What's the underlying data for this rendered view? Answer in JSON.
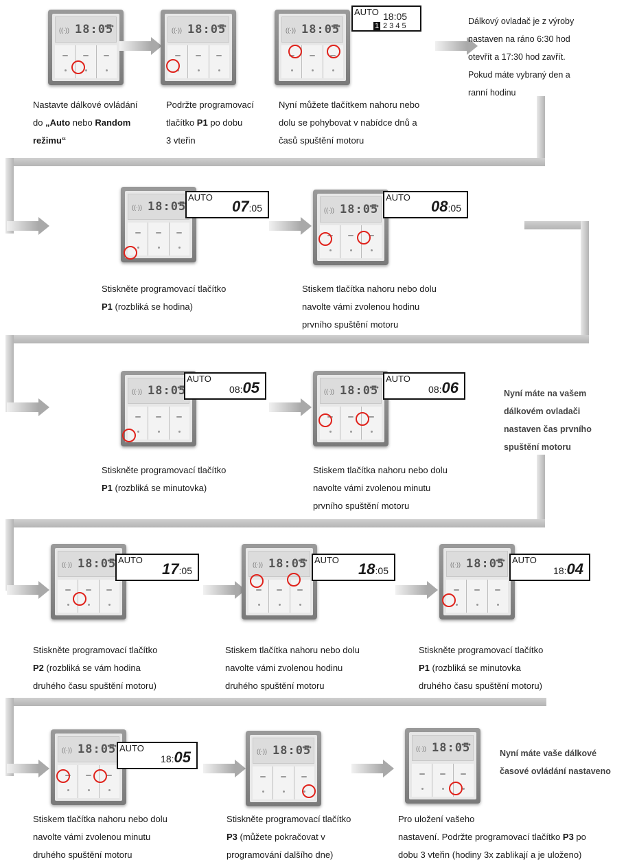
{
  "display_digits": "18:05",
  "row1": {
    "caption1": {
      "a": "Nastavte dálkové ovládání",
      "b": "do ",
      "b_bold": "„Auto",
      "b2": " nebo ",
      "b3_bold": "Random",
      "c_bold": "režimu“"
    },
    "caption2": {
      "a": "Podržte programovací",
      "b": "tlačítko ",
      "b_bold": "P1",
      "b2": " po dobu",
      "c": "3 vteřin"
    },
    "caption3": {
      "a": "Nyní můžete tlačítkem nahoru nebo",
      "b": "dolu se pohybovat v nabídce dnů a",
      "c": "časů spuštění motoru"
    },
    "box": {
      "auto": "AUTO",
      "time": "18:05",
      "day_selected": "1",
      "days_rest": "2 3 4 5"
    },
    "note": [
      "Dálkový ovladač je z výroby",
      "nastaven na ráno 6:30 hod",
      "otevřít a 17:30 hod zavřít.",
      "Pokud máte vybraný den a",
      "ranní hodinu"
    ]
  },
  "row2": {
    "box1": {
      "auto": "AUTO",
      "bold": "07",
      "rest": ":05"
    },
    "box2": {
      "auto": "AUTO",
      "bold": "08",
      "rest": ":05"
    },
    "caption1": {
      "a": "Stiskněte programovací tlačítko",
      "b_bold": "P1",
      "b": " (rozbliká se hodina)"
    },
    "caption2": {
      "a": "Stiskem tlačítka nahoru nebo dolu",
      "b": "navolte vámi zvolenou hodinu",
      "c": "prvního spuštění motoru"
    }
  },
  "row3": {
    "box1": {
      "auto": "AUTO",
      "rest": "08:",
      "bold": "05"
    },
    "box2": {
      "auto": "AUTO",
      "rest": "08:",
      "bold": "06"
    },
    "caption1": {
      "a": "Stiskněte programovací tlačítko",
      "b_bold": "P1",
      "b": " (rozbliká se minutovka)"
    },
    "caption2": {
      "a": "Stiskem tlačítka nahoru nebo dolu",
      "b": "navolte vámi zvolenou minutu",
      "c": "prvního spuštění motoru"
    },
    "note": [
      "Nyní máte na vašem",
      "dálkovém ovladači",
      "nastaven čas prvního",
      "spuštění motoru"
    ]
  },
  "row4": {
    "box1": {
      "auto": "AUTO",
      "bold": "17",
      "rest": ":05"
    },
    "box2": {
      "auto": "AUTO",
      "bold": "18",
      "rest": ":05"
    },
    "box3": {
      "auto": "AUTO",
      "rest": "18:",
      "bold": "04"
    },
    "caption1": {
      "a": "Stiskněte programovací tlačítko",
      "b_bold": "P2",
      "b": " (rozbliká se vám hodina",
      "c": "druhého času spuštění motoru)"
    },
    "caption2": {
      "a": "Stiskem tlačítka nahoru nebo dolu",
      "b": "navolte vámi zvolenou hodinu",
      "c": "druhého spuštění motoru"
    },
    "caption3": {
      "a": "Stiskněte programovací tlačítko",
      "b_bold": "P1",
      "b": " (rozbliká se minutovka",
      "c": "druhého času spuštění motoru)"
    }
  },
  "row5": {
    "box1": {
      "auto": "AUTO",
      "rest": "18:",
      "bold": "05"
    },
    "caption1": {
      "a": "Stiskem tlačítka nahoru nebo dolu",
      "b": "navolte vámi zvolenou minutu",
      "c": "druhého spuštění motoru"
    },
    "caption2": {
      "a": "Stiskněte programovací tlačítko",
      "b_bold": "P3",
      "b": " (můžete pokračovat v",
      "c": "programování dalšího dne)"
    },
    "caption3": {
      "a": "Pro uložení vašeho",
      "b": "nastavení. Podržte programovací tlačítko ",
      "b_bold": "P3",
      "b2": " po",
      "c": "dobu 3 vteřin (hodiny 3x zablikají a je uloženo)"
    },
    "note": [
      "Nyní máte vaše dálkové",
      "časové ovládání  nastaveno"
    ]
  }
}
